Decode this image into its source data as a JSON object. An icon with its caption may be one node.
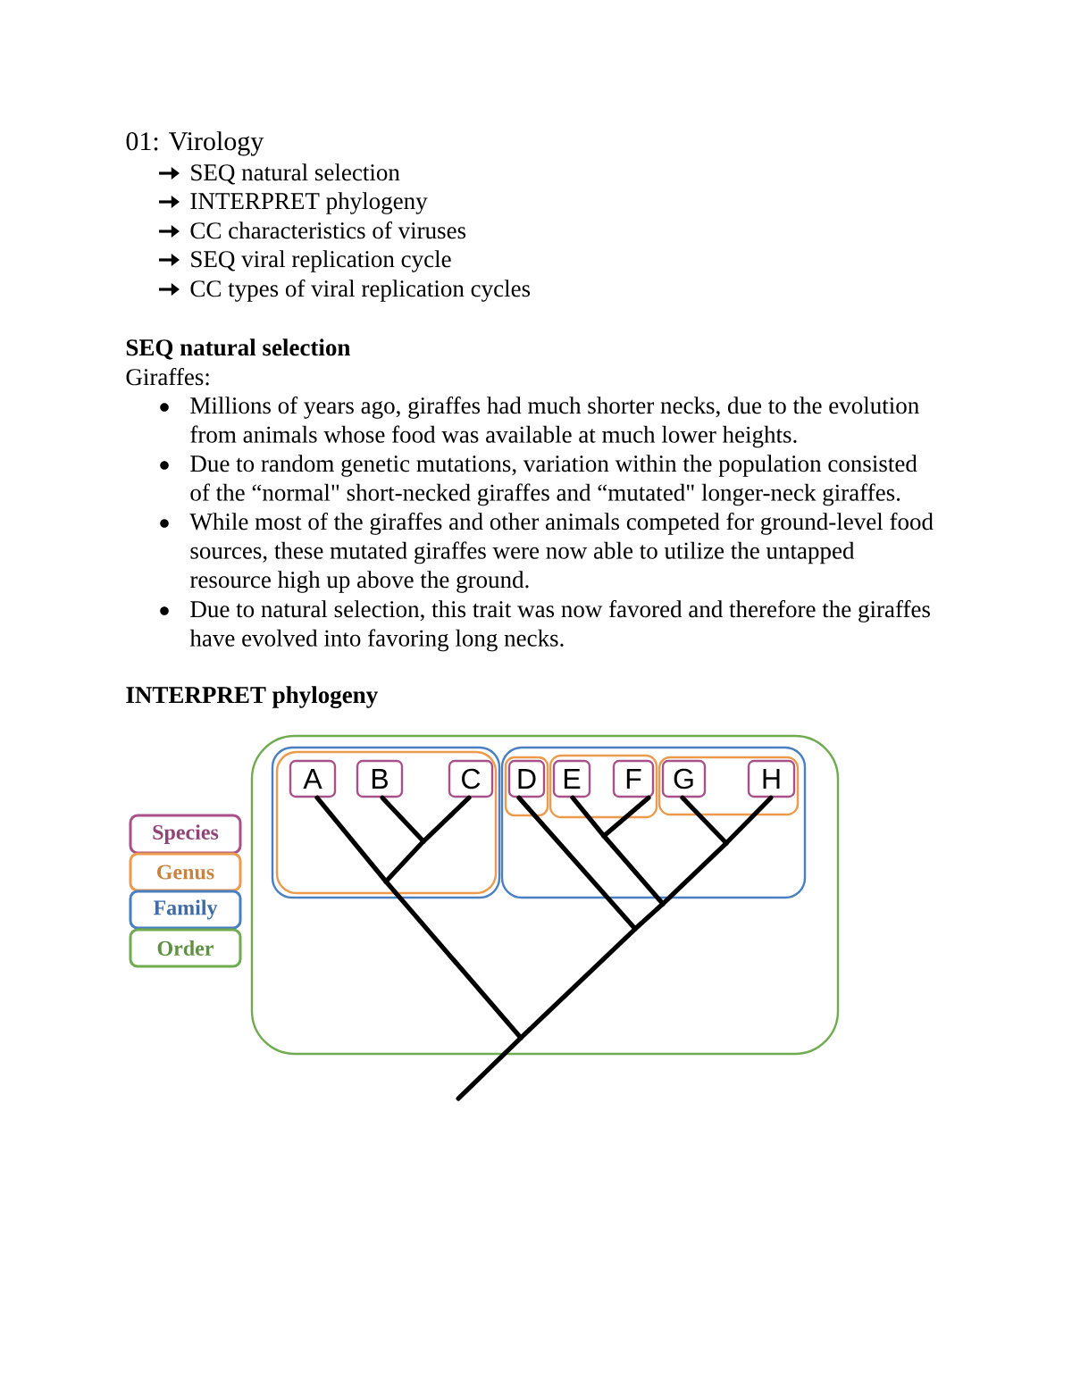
{
  "diagram": {
    "title": "01: Virology",
    "nodes": [
      {
        "text": [],
        "shape": "box"
      },
      {
        "text": [],
        "shape": "box",
        "in": 0
      },
      {
        "text": [],
        "shape": "box",
        "in": 1
      },
      {
        "text": [
          "A"
        ],
        "in": 2
      },
      {
        "text": [
          "B"
        ],
        "in": 2
      },
      {
        "text": [
          "C"
        ],
        "in": 2
      },
      {
        "text": [],
        "shape": "box",
        "in": 0
      },
      {
        "text": [],
        "shape": "box",
        "in": 6
      },
      {
        "text": [
          "D"
        ],
        "in": 7
      },
      {
        "text": [],
        "shape": "box",
        "in": 6
      },
      {
        "text": [
          "E"
        ],
        "in": 9
      },
      {
        "text": [
          "F"
        ],
        "in": 9
      },
      {
        "text": [],
        "shape": "box",
        "in": 6
      },
      {
        "text": [
          "G"
        ],
        "in": 12
      },
      {
        "text": [
          "H"
        ],
        "in": 12
      }
    ],
    "edges": [
      {
        "from": 3,
        "to": null,
        "arrow": "none"
      },
      {
        "from": 4,
        "to": null,
        "arrow": "none"
      },
      {
        "from": 5,
        "to": null,
        "arrow": "none"
      },
      {
        "from": 8,
        "to": null,
        "arrow": "none"
      },
      {
        "from": 10,
        "to": null,
        "arrow": "none"
      },
      {
        "from": 11,
        "to": null,
        "arrow": "none"
      },
      {
        "from": 13,
        "to": null,
        "arrow": "none"
      },
      {
        "from": 14,
        "to": null,
        "arrow": "none"
      }
    ],
    "labels": [
      "SEQ natural selection",
      "INTERPRET phylogeny",
      "CC characteristics of viruses",
      "SEQ viral replication cycle",
      "CC types of viral replication cycles",
      "SEQ natural selection",
      "Giraffes:",
      "Millions of years ago, giraffes had much shorter necks, due to the evolution from animals whose food was available at much lower heights.",
      "Due to random genetic mutations, variation within the population consisted of the “normal\" short-necked giraffes and “mutated\" longer-neck giraffes.",
      "While most of the giraffes and other animals competed for ground-level food sources, these mutated giraffes were now able to utilize the untapped resource high up above the ground.",
      "Due to natural selection, this trait was now favored and therefore the giraffes have evolved into favoring long necks.",
      "INTERPRET phylogeny"
    ],
    "legend": [
      {
        "text": "Species",
        "color": "#a8508a"
      },
      {
        "text": "Genus",
        "color": "#ec9a4c"
      },
      {
        "text": "Family",
        "color": "#4a7fc1"
      },
      {
        "text": "Order",
        "color": "#70ab4f"
      }
    ]
  }
}
